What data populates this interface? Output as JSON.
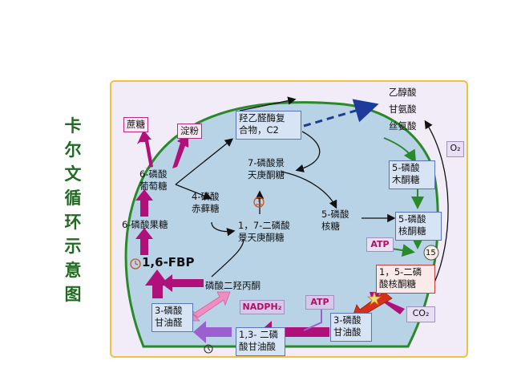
{
  "side_title": [
    "卡",
    "尔",
    "文",
    "循",
    "环",
    "示",
    "意",
    "图"
  ],
  "nodes": {
    "sucrose": "蔗糖",
    "starch": "淀粉",
    "glycolate": "羟乙醛酶复\n合物，C2",
    "g6p": "6-磷酸\n葡萄糖",
    "e4p": "4-磷酸\n赤藓糖",
    "s7p": "7-磷酸景\n天庚酮糖",
    "f6p": "6-磷酸果糖",
    "fbp": "1,6-FBP",
    "sbp": "1，7-二磷酸\n景天庚酮糖",
    "r5p": "5-磷酸\n核糖",
    "x5p": "5-磷酸\n木酮糖",
    "ru5p": "5-磷酸\n核酮糖",
    "rubp": "1，5-二磷\n酸核酮糖",
    "dhap": "磷酸二羟丙酮",
    "g3p": "3-磷酸\n甘油醛",
    "bpg": "1,3- 二磷\n酸甘油酸",
    "pga": "3-磷酸\n甘油酸",
    "ethanolate": "乙醇酸",
    "glycine": "甘氨酸",
    "serine": "丝氨酸"
  },
  "tags": {
    "nadph": "NADPH₂",
    "atp1": "ATP",
    "atp2": "ATP",
    "co2": "CO₂",
    "o2": "O₂",
    "fifteen": "15"
  },
  "colors": {
    "magenta": "#b0107a",
    "green": "#2a8a2a",
    "dark_blue": "#1e3a9a",
    "purple": "#9b5fd0",
    "panel_bg": "#f2ecf8",
    "inner_bg": "#b9d3e6",
    "panel_border": "#f0c040",
    "title_green": "#1f6b1f"
  },
  "icons": [
    "clock-icon",
    "star-icon"
  ]
}
